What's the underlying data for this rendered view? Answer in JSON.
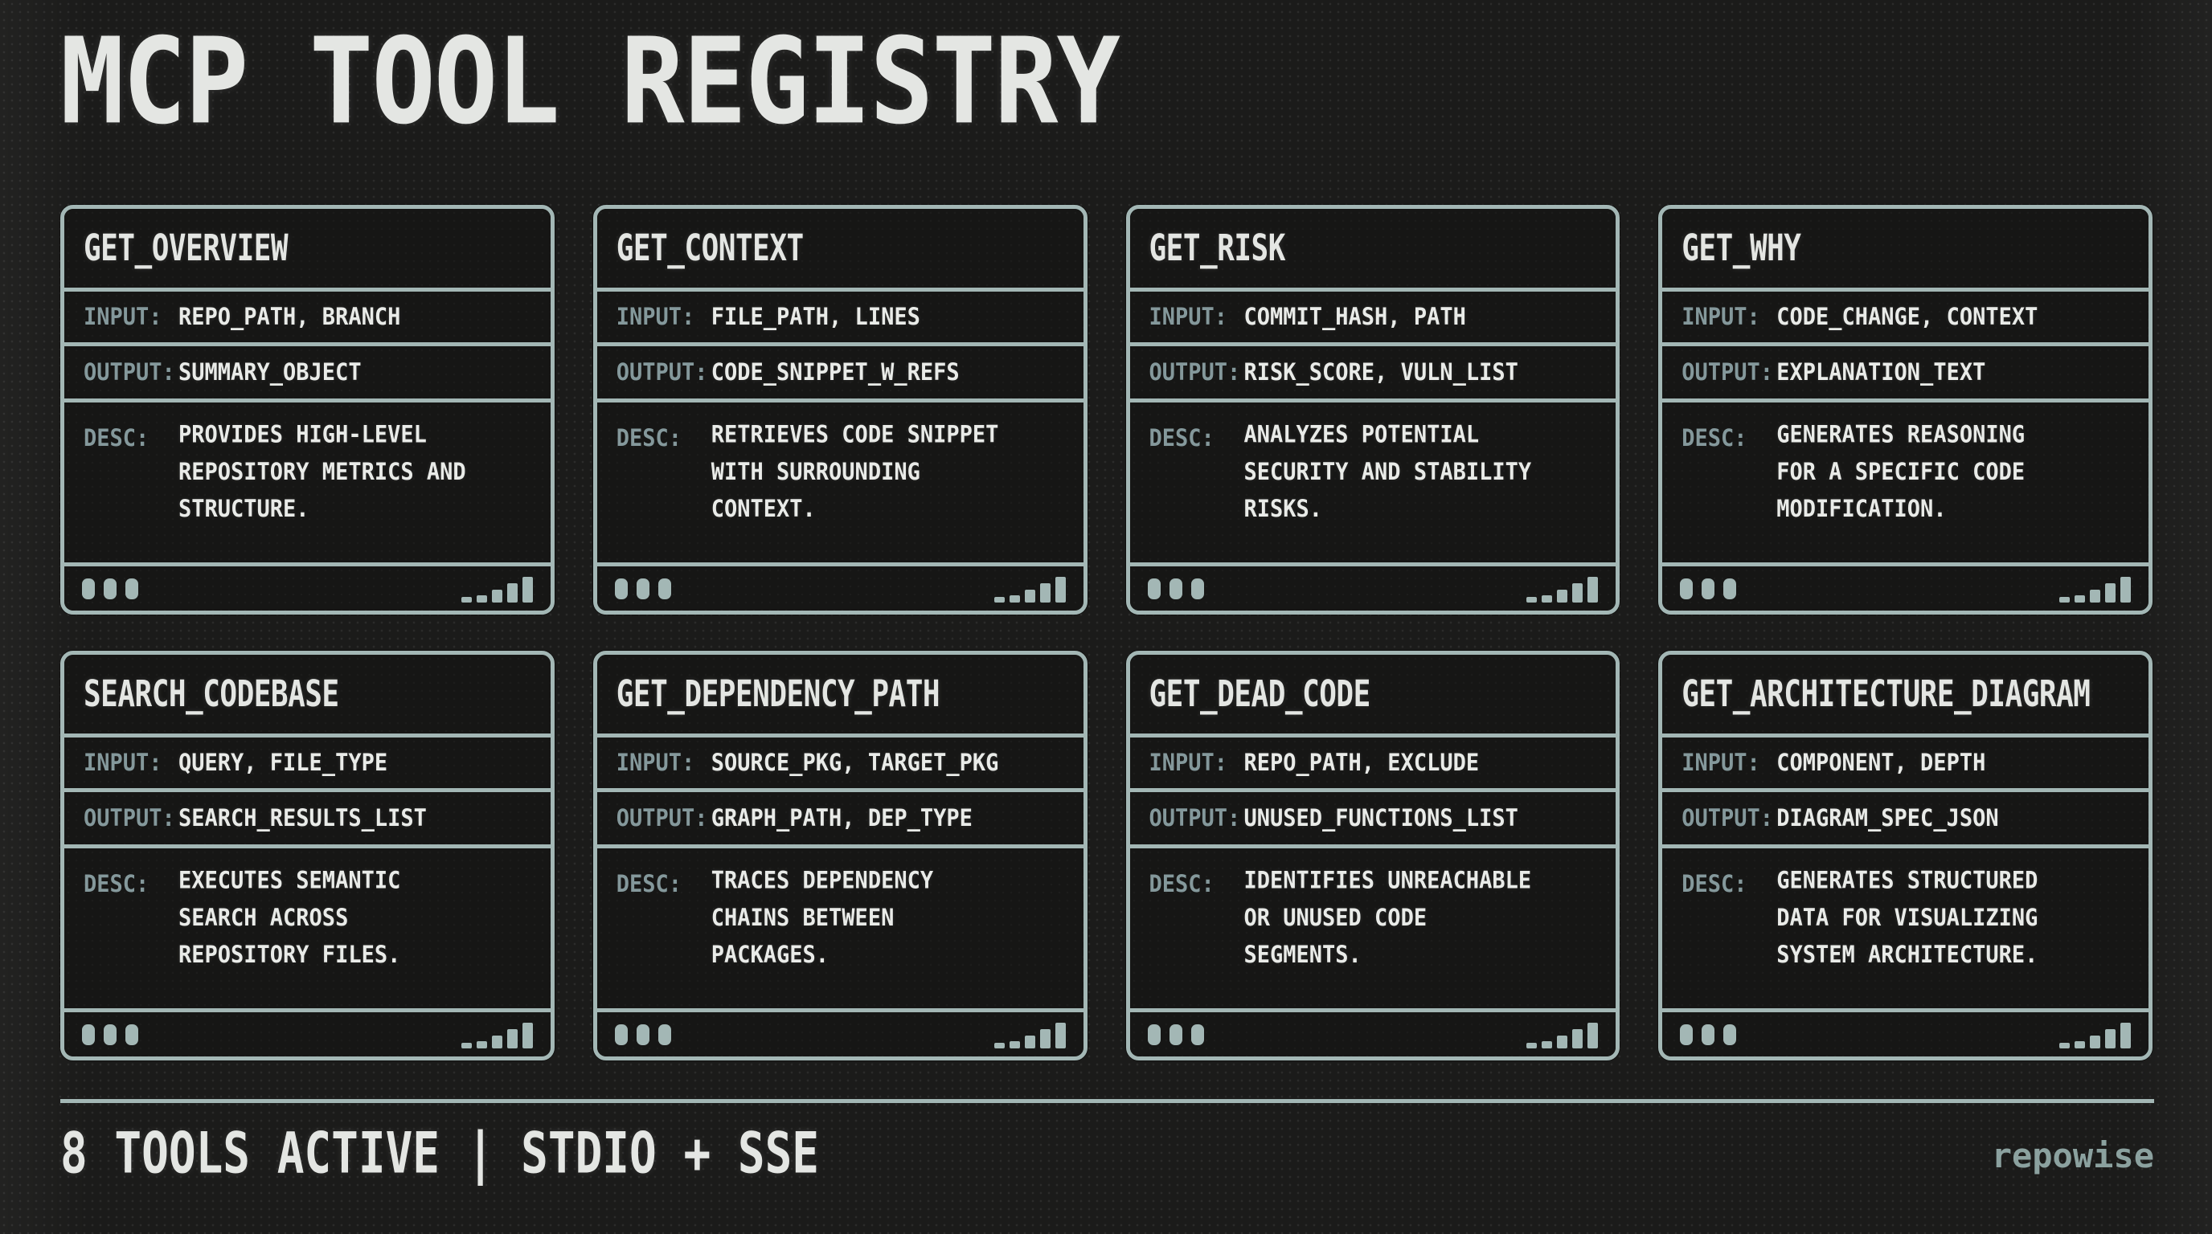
{
  "page": {
    "title": "MCP TOOL REGISTRY",
    "status_bar": "8 TOOLS ACTIVE | STDIO + SSE",
    "brand": "repowise"
  },
  "field_labels": {
    "input": "INPUT:",
    "output": "OUTPUT:",
    "desc": "DESC:"
  },
  "icons": {
    "card_footer_left": "window-dots-icon",
    "card_footer_right": "signal-bars-icon"
  },
  "colors": {
    "accent": "#a3b7b5",
    "page_background": "#1b1b1a",
    "card_background": "#161615",
    "title_text": "#e4e6e3",
    "value_text": "#e9ebe8",
    "label_text": "#84989b",
    "brand_text": "#8ba19f"
  },
  "cards": [
    {
      "title": "GET_OVERVIEW",
      "input": "REPO_PATH, BRANCH",
      "output": "SUMMARY_OBJECT",
      "desc_lines": [
        "PROVIDES HIGH-LEVEL",
        "REPOSITORY METRICS AND",
        "STRUCTURE."
      ]
    },
    {
      "title": "GET_CONTEXT",
      "input": "FILE_PATH, LINES",
      "output": "CODE_SNIPPET_W_REFS",
      "desc_lines": [
        "RETRIEVES CODE SNIPPET",
        "WITH SURROUNDING",
        "CONTEXT."
      ]
    },
    {
      "title": "GET_RISK",
      "input": "COMMIT_HASH, PATH",
      "output": "RISK_SCORE, VULN_LIST",
      "desc_lines": [
        "ANALYZES POTENTIAL",
        "SECURITY AND STABILITY",
        "RISKS."
      ]
    },
    {
      "title": "GET_WHY",
      "input": "CODE_CHANGE, CONTEXT",
      "output": "EXPLANATION_TEXT",
      "desc_lines": [
        "GENERATES REASONING",
        "FOR A SPECIFIC CODE",
        "MODIFICATION."
      ]
    },
    {
      "title": "SEARCH_CODEBASE",
      "input": "QUERY, FILE_TYPE",
      "output": "SEARCH_RESULTS_LIST",
      "desc_lines": [
        "EXECUTES SEMANTIC",
        "SEARCH ACROSS",
        "REPOSITORY FILES."
      ]
    },
    {
      "title": "GET_DEPENDENCY_PATH",
      "input": "SOURCE_PKG, TARGET_PKG",
      "output": "GRAPH_PATH, DEP_TYPE",
      "desc_lines": [
        "TRACES DEPENDENCY",
        "CHAINS BETWEEN",
        "PACKAGES."
      ]
    },
    {
      "title": "GET_DEAD_CODE",
      "input": "REPO_PATH, EXCLUDE",
      "output": "UNUSED_FUNCTIONS_LIST",
      "desc_lines": [
        "IDENTIFIES UNREACHABLE",
        "OR UNUSED CODE",
        "SEGMENTS."
      ]
    },
    {
      "title": "GET_ARCHITECTURE_DIAGRAM",
      "input": "COMPONENT, DEPTH",
      "output": "DIAGRAM_SPEC_JSON",
      "desc_lines": [
        "GENERATES STRUCTURED",
        "DATA FOR VISUALIZING",
        "SYSTEM ARCHITECTURE."
      ]
    }
  ]
}
